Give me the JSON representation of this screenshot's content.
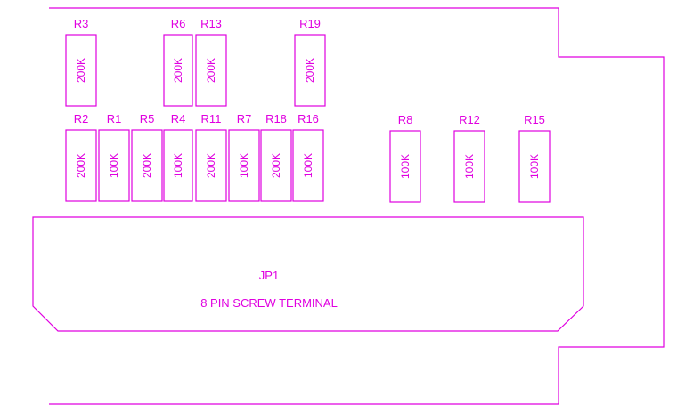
{
  "colors": {
    "stroke": "#e000e0",
    "background": "#ffffff"
  },
  "resistors": [
    {
      "ref": "R3",
      "value": "200K"
    },
    {
      "ref": "R6",
      "value": "200K"
    },
    {
      "ref": "R13",
      "value": "200K"
    },
    {
      "ref": "R19",
      "value": "200K"
    },
    {
      "ref": "R2",
      "value": "200K"
    },
    {
      "ref": "R1",
      "value": "100K"
    },
    {
      "ref": "R5",
      "value": "200K"
    },
    {
      "ref": "R4",
      "value": "100K"
    },
    {
      "ref": "R11",
      "value": "200K"
    },
    {
      "ref": "R7",
      "value": "100K"
    },
    {
      "ref": "R18",
      "value": "200K"
    },
    {
      "ref": "R16",
      "value": "100K"
    },
    {
      "ref": "R8",
      "value": "100K"
    },
    {
      "ref": "R12",
      "value": "100K"
    },
    {
      "ref": "R15",
      "value": "100K"
    }
  ],
  "connector": {
    "ref": "JP1",
    "description": "8 PIN SCREW TERMINAL"
  }
}
